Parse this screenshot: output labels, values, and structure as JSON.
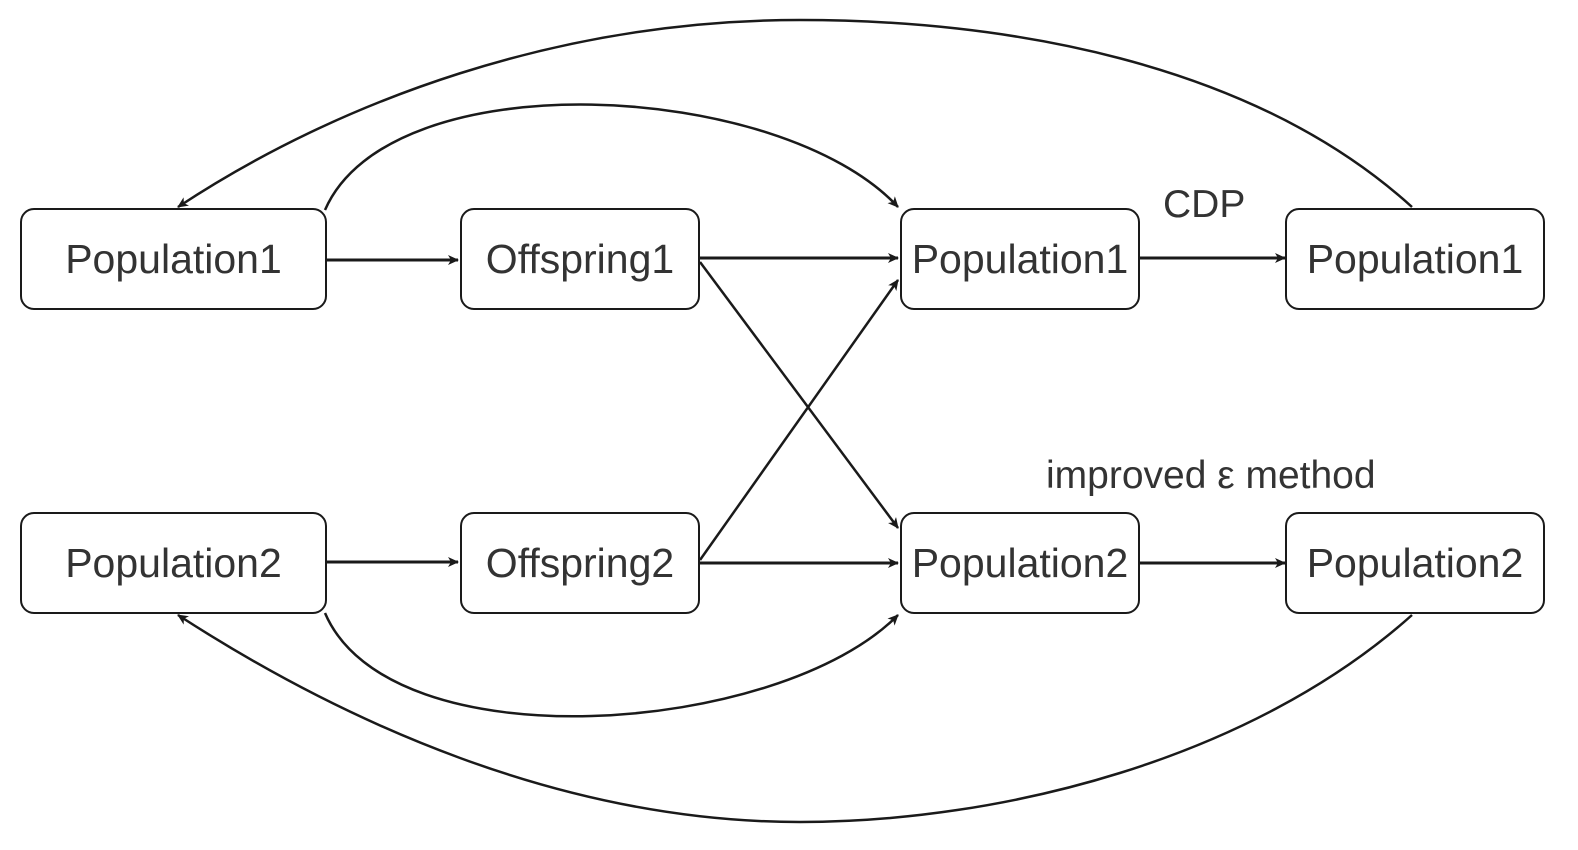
{
  "diagram": {
    "nodes": {
      "pop1_start": "Population1",
      "offspring1": "Offspring1",
      "pop1_mid": "Population1",
      "pop1_end": "Population1",
      "pop2_start": "Population2",
      "offspring2": "Offspring2",
      "pop2_mid": "Population2",
      "pop2_end": "Population2"
    },
    "edge_labels": {
      "top": "CDP",
      "bottom": "improved ε method"
    },
    "colors": {
      "stroke": "#1a1a1a",
      "text": "#333333",
      "background": "#ffffff"
    }
  }
}
